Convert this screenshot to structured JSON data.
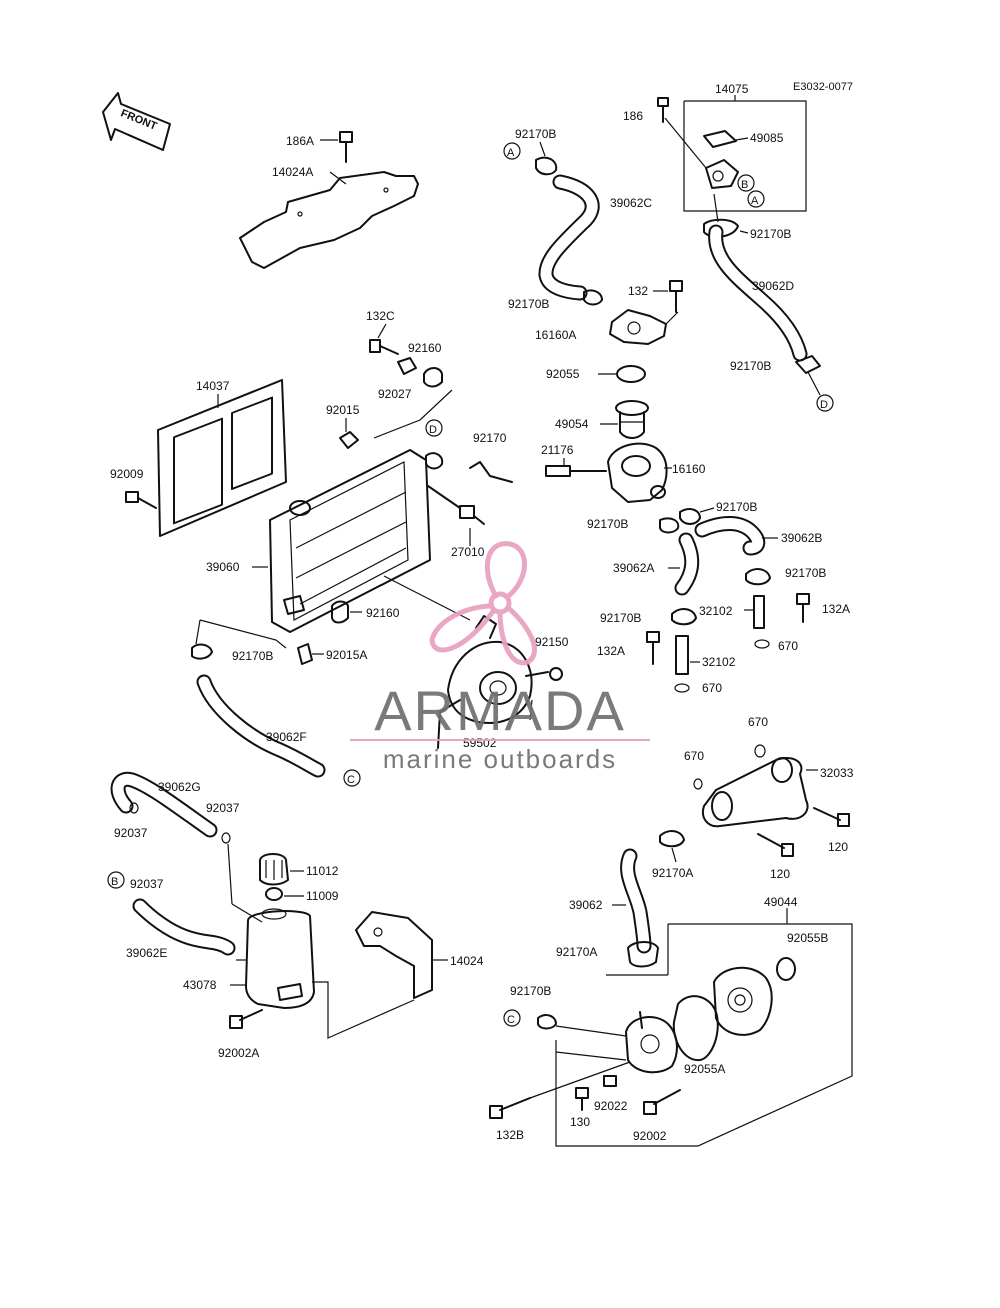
{
  "diagram_code": "E3032-0077",
  "front_label": "FRONT",
  "watermark": {
    "brand": "ARMADA",
    "tagline": "marine outboards",
    "color": "#e8a0c0"
  },
  "circle_refs": [
    "A",
    "A",
    "B",
    "B",
    "C",
    "C",
    "D",
    "D"
  ],
  "labels": {
    "p14075": "14075",
    "p186": "186",
    "p49085": "49085",
    "p92170B_a": "92170B",
    "p92170B_b": "92170B",
    "p92170B_c": "92170B",
    "p92170B_d": "92170B",
    "p92170B_e": "92170B",
    "p92170B_f": "92170B",
    "p92170B_g": "92170B",
    "p92170B_h": "92170B",
    "p92170B_i": "92170B",
    "p92170B_j": "92170B",
    "p39062C": "39062C",
    "p39062D": "39062D",
    "p132": "132",
    "p16160A": "16160A",
    "p92055": "92055",
    "p49054": "49054",
    "p21176": "21176",
    "p16160": "16160",
    "p39062B": "39062B",
    "p39062A": "39062A",
    "p32102_a": "32102",
    "p32102_b": "32102",
    "p132A_a": "132A",
    "p132A_b": "132A",
    "p670_a": "670",
    "p670_b": "670",
    "p670_c": "670",
    "p670_d": "670",
    "p32033": "32033",
    "p120_a": "120",
    "p120_b": "120",
    "p92170A_a": "92170A",
    "p92170A_b": "92170A",
    "p39062": "39062",
    "p49044": "49044",
    "p92055B": "92055B",
    "p92055A": "92055A",
    "p92022": "92022",
    "p130": "130",
    "p132B": "132B",
    "p92002": "92002",
    "p186A": "186A",
    "p14024A": "14024A",
    "p132C": "132C",
    "p92160_a": "92160",
    "p92160_b": "92160",
    "p92027": "92027",
    "p14037": "14037",
    "p92015": "92015",
    "p92009": "92009",
    "p92170": "92170",
    "p27010": "27010",
    "p39060": "39060",
    "p92015A": "92015A",
    "p92150": "92150",
    "p59502": "59502",
    "p39062F": "39062F",
    "p39062G": "39062G",
    "p92037_a": "92037",
    "p92037_b": "92037",
    "p92037_c": "92037",
    "p11012": "11012",
    "p11009": "11009",
    "p39062E": "39062E",
    "p43078": "43078",
    "p14024": "14024",
    "p92002A": "92002A"
  }
}
